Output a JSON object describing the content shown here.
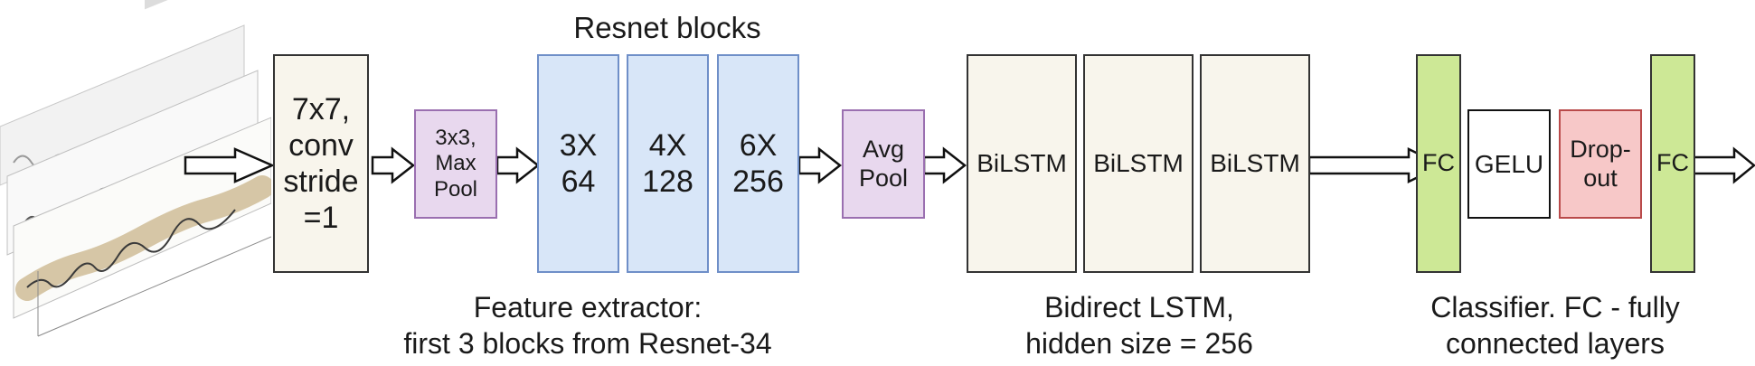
{
  "header": {
    "resnet_title": "Resnet blocks"
  },
  "blocks": {
    "conv": "7x7,\nconv\nstride\n=1",
    "maxpool": "3x3,\nMax\nPool",
    "res1": "3X\n64",
    "res2": "4X\n128",
    "res3": "6X\n256",
    "avgpool": "Avg\nPool",
    "lstm1": "BiLSTM",
    "lstm2": "BiLSTM",
    "lstm3": "BiLSTM",
    "fc1": "FC",
    "gelu": "GELU",
    "dropout": "Drop-\nout",
    "fc2": "FC"
  },
  "captions": {
    "feature_extractor": "Feature extractor:\nfirst 3 blocks from Resnet-34",
    "lstm": "Bidirect LSTM,\nhidden size = 256",
    "classifier": "Classifier. FC - fully\nconnected layers"
  },
  "colors": {
    "conv_fill": "#f8f5ec",
    "pool_fill": "#e8d8ee",
    "resnet_fill": "#d8e6f8",
    "fc_fill": "#cde896",
    "dropout_fill": "#f7c8c8"
  }
}
